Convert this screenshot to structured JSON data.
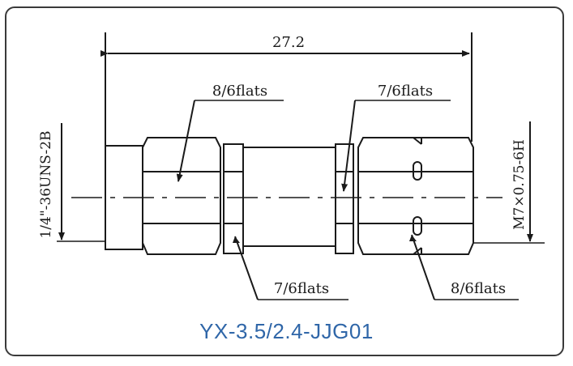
{
  "drawing": {
    "overall_length": "27.2",
    "label_top_left": "8/6flats",
    "label_top_right": "7/6flats",
    "label_bottom_left": "7/6flats",
    "label_bottom_right": "8/6flats",
    "thread_left": "1/4\"-36UNS-2B",
    "thread_right": "M7×0.75-6H"
  },
  "caption": "YX-3.5/2.4-JJG01"
}
